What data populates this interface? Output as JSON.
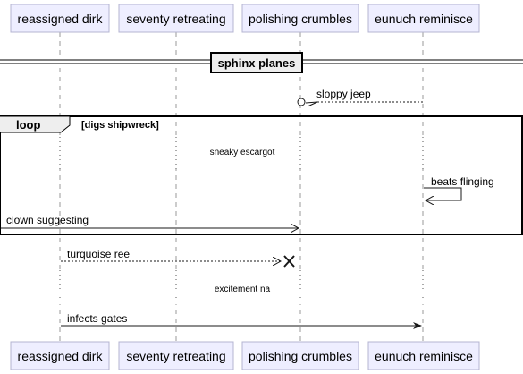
{
  "participants": [
    {
      "id": "dirk",
      "label": "reassigned dirk"
    },
    {
      "id": "seventy",
      "label": "seventy retreating"
    },
    {
      "id": "polish",
      "label": "polishing crumbles"
    },
    {
      "id": "eunuch",
      "label": "eunuch reminisce"
    }
  ],
  "divider": {
    "title": "sphinx planes"
  },
  "messages": {
    "sloppy_jeep": "sloppy jeep",
    "beats_flinging": "beats flinging",
    "clown_suggesting": "clown suggesting",
    "turquoise_ree": "turquoise ree",
    "infects_gates": "infects gates"
  },
  "delays": {
    "sneaky_escargot": "sneaky escargot",
    "excitement_na": "excitement na"
  },
  "loop": {
    "keyword": "loop",
    "condition": "[digs shipwreck]"
  }
}
